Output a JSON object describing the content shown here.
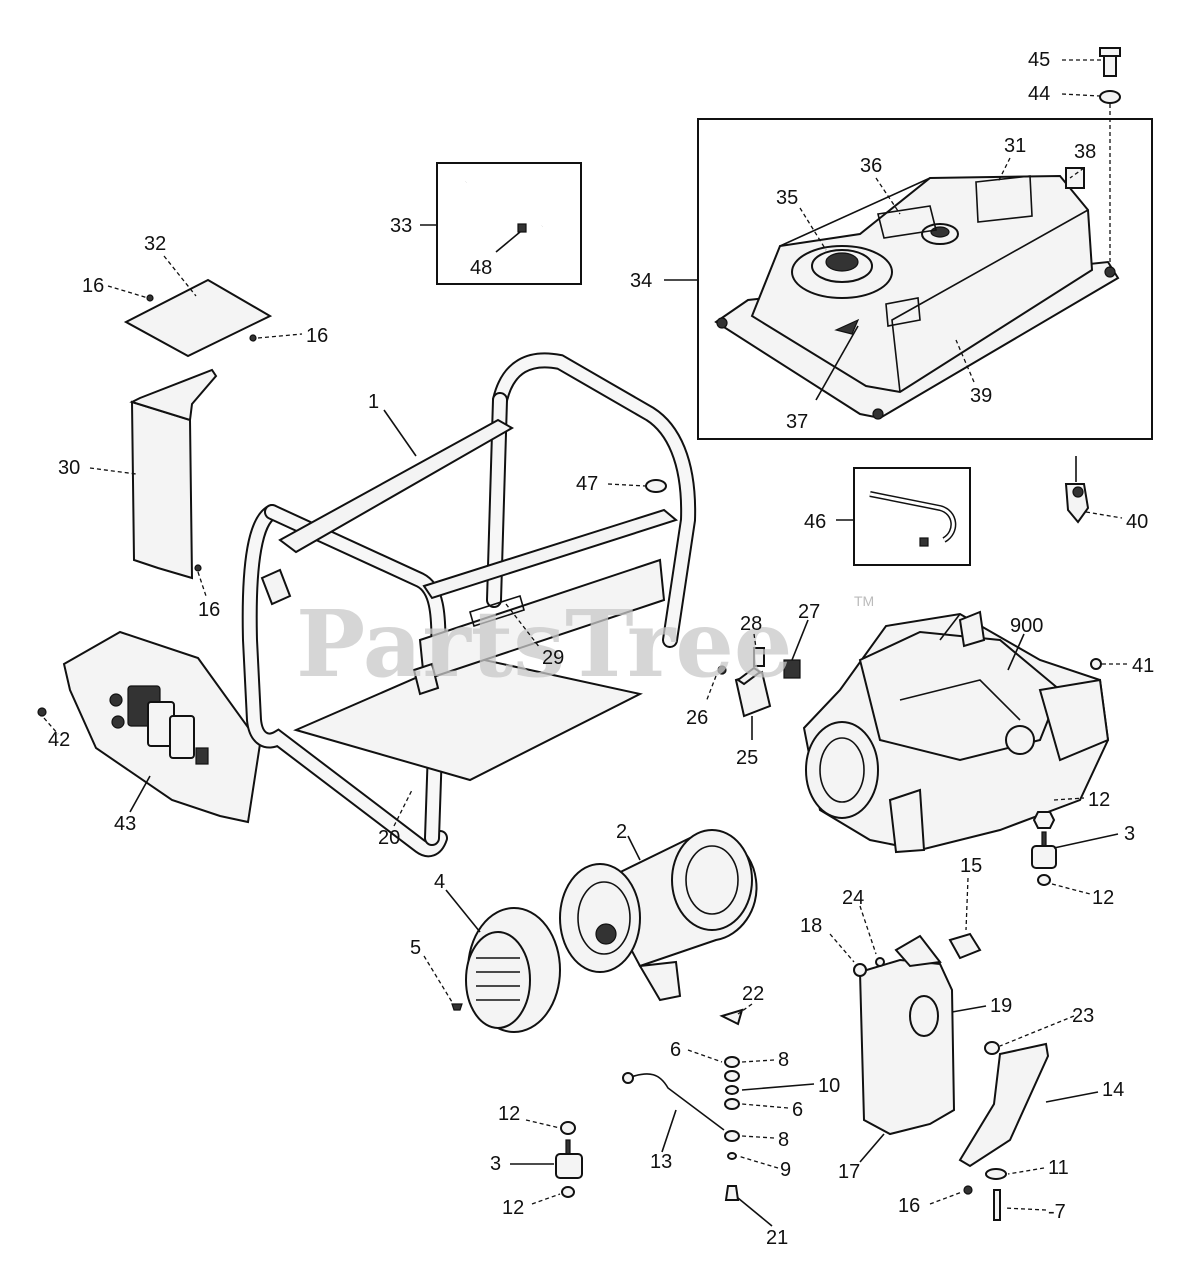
{
  "watermark": "PartsTree",
  "trademark": "TM",
  "callouts": {
    "c45": "45",
    "c44": "44",
    "c31": "31",
    "c36": "36",
    "c38": "38",
    "c35": "35",
    "c34": "34",
    "c37": "37",
    "c39": "39",
    "c33": "33",
    "c48": "48",
    "c32": "32",
    "c16a": "16",
    "c16b": "16",
    "c16c": "16",
    "c16d": "16",
    "c1": "1",
    "c30": "30",
    "c47": "47",
    "c46": "46",
    "c40": "40",
    "c29": "29",
    "c28": "28",
    "c27": "27",
    "c900": "900",
    "c41": "41",
    "c42": "42",
    "c43": "43",
    "c26": "26",
    "c25": "25",
    "c20": "20",
    "c2": "2",
    "c12a": "12",
    "c12b": "12",
    "c12c": "12",
    "c12d": "12",
    "c3a": "3",
    "c3b": "3",
    "c4": "4",
    "c15": "15",
    "c18": "18",
    "c24": "24",
    "c5": "5",
    "c22": "22",
    "c19": "19",
    "c23": "23",
    "c6a": "6",
    "c6b": "6",
    "c8a": "8",
    "c8b": "8",
    "c10": "10",
    "c14": "14",
    "c13": "13",
    "c9": "9",
    "c11": "11",
    "c17": "17",
    "c7": "-7",
    "c21": "21"
  }
}
